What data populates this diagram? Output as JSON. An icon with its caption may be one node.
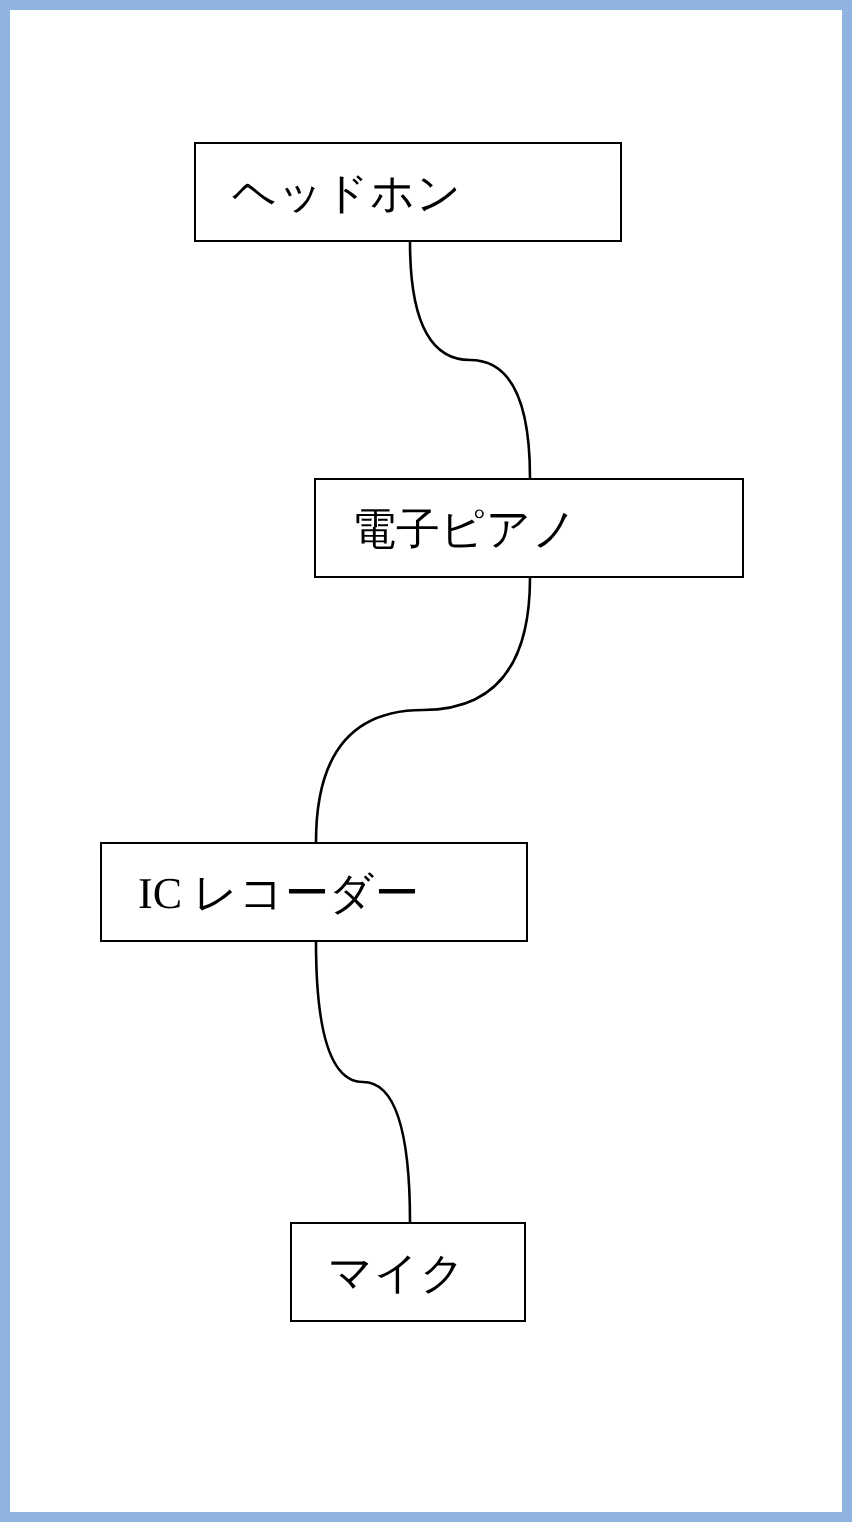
{
  "diagram": {
    "nodes": [
      {
        "text": [
          "ヘッドホン"
        ]
      },
      {
        "text": [
          "電子ピアノ"
        ]
      },
      {
        "text": [
          "IC レコーダー"
        ]
      },
      {
        "text": [
          "マイク"
        ]
      }
    ],
    "edges": [
      {
        "from": 0,
        "to": 1,
        "arrow": "none"
      },
      {
        "from": 1,
        "to": 2,
        "arrow": "none"
      },
      {
        "from": 2,
        "to": 3,
        "arrow": "none"
      }
    ]
  }
}
